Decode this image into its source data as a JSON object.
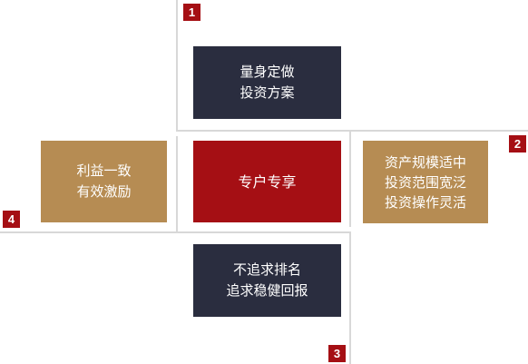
{
  "colors": {
    "dark_box": "#2a2d3f",
    "center_box": "#a50f14",
    "tan_box": "#b68c53",
    "badge": "#a50f14",
    "connector_line": "#d8d8d8"
  },
  "center": {
    "line1": "专户专享"
  },
  "top": {
    "number": "1",
    "line1": "量身定做",
    "line2": "投资方案"
  },
  "right": {
    "number": "2",
    "line1": "资产规模适中",
    "line2": "投资范围宽泛",
    "line3": "投资操作灵活"
  },
  "bottom": {
    "number": "3",
    "line1": "不追求排名",
    "line2": "追求稳健回报"
  },
  "left": {
    "number": "4",
    "line1": "利益一致",
    "line2": "有效激励"
  }
}
